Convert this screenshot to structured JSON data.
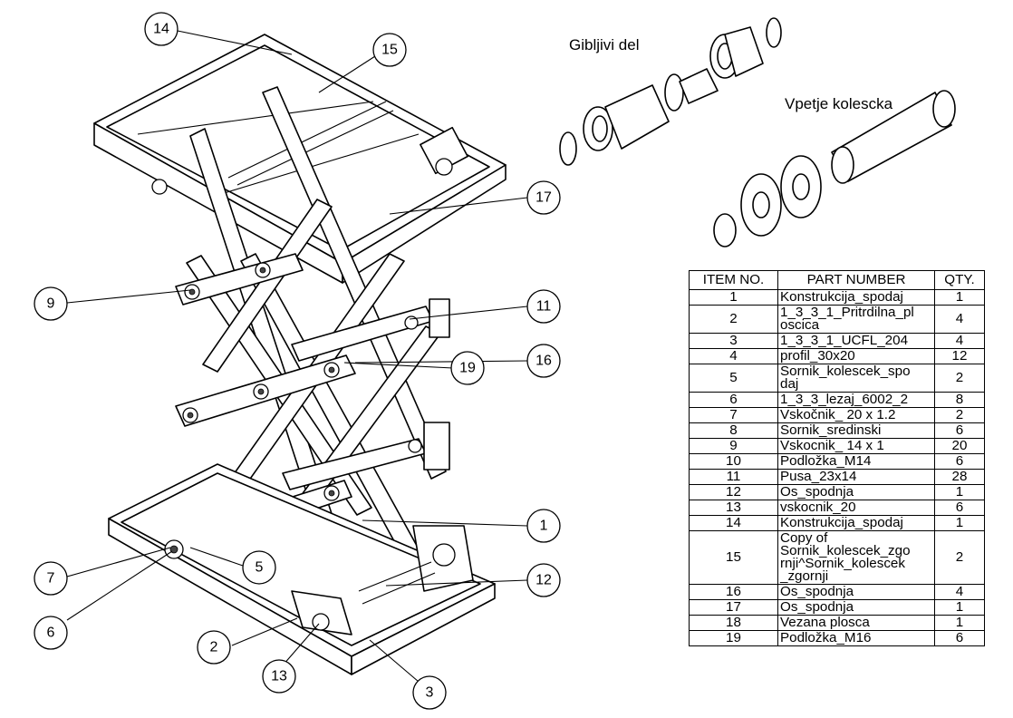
{
  "subassembly_labels": {
    "flexible_part": "Gibljivi del",
    "wheel_mount": "Vpetje kolescka"
  },
  "bom": {
    "headers": {
      "item": "ITEM NO.",
      "part": "PART NUMBER",
      "qty": "QTY."
    },
    "rows": [
      {
        "item": "1",
        "part": "Konstrukcija_spodaj",
        "qty": "1"
      },
      {
        "item": "2",
        "part": "1_3_3_1_Pritrdilna_pl\noscica",
        "qty": "4"
      },
      {
        "item": "3",
        "part": "1_3_3_1_UCFL_204",
        "qty": "4"
      },
      {
        "item": "4",
        "part": "profil_30x20",
        "qty": "12"
      },
      {
        "item": "5",
        "part": "Sornik_kolescek_spo\ndaj",
        "qty": "2"
      },
      {
        "item": "6",
        "part": "1_3_3_lezaj_6002_2",
        "qty": "8"
      },
      {
        "item": "7",
        "part": "Vskočnik_ 20 x 1.2",
        "qty": "2"
      },
      {
        "item": "8",
        "part": "Sornik_sredinski",
        "qty": "6"
      },
      {
        "item": "9",
        "part": "Vskocnik_ 14 x 1",
        "qty": "20"
      },
      {
        "item": "10",
        "part": "Podložka_M14",
        "qty": "6"
      },
      {
        "item": "11",
        "part": "Pusa_23x14",
        "qty": "28"
      },
      {
        "item": "12",
        "part": "Os_spodnja",
        "qty": "1"
      },
      {
        "item": "13",
        "part": "vskocnik_20",
        "qty": "6"
      },
      {
        "item": "14",
        "part": "Konstrukcija_spodaj",
        "qty": "1"
      },
      {
        "item": "15",
        "part": "Copy of\nSornik_kolescek_zgo\nrnji^Sornik_kolescek\n_zgornji",
        "qty": "2"
      },
      {
        "item": "16",
        "part": "Os_spodnja",
        "qty": "4"
      },
      {
        "item": "17",
        "part": "Os_spodnja",
        "qty": "1"
      },
      {
        "item": "18",
        "part": "Vezana plosca",
        "qty": "1"
      },
      {
        "item": "19",
        "part": "Podložka_M16",
        "qty": "6"
      }
    ]
  },
  "callouts": [
    "14",
    "15",
    "17",
    "9",
    "11",
    "16",
    "19",
    "1",
    "12",
    "7",
    "5",
    "6",
    "2",
    "13",
    "3"
  ]
}
